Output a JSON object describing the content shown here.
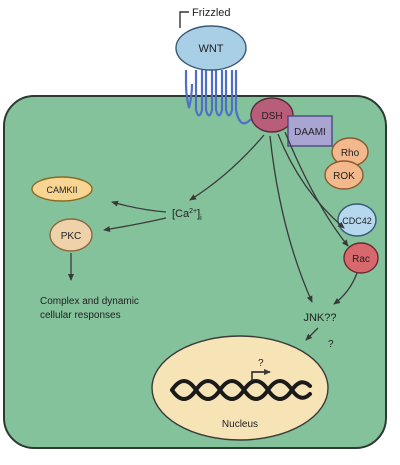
{
  "receptor": {
    "name": "Frizzled",
    "ligand": "WNT"
  },
  "nodes": {
    "dsh": "DSH",
    "daam": "DAAMI",
    "rho": "Rho",
    "rok": "ROK",
    "cdc42": "CDC42",
    "rac": "Rac",
    "camkii": "CAMKII",
    "pkc": "PKC"
  },
  "calcium": {
    "base": "[Ca",
    "sup": "2+",
    "end": "]",
    "sub": "i"
  },
  "responses": [
    "Complex and dynamic",
    "cellular responses"
  ],
  "jnk": "JNK??",
  "question_mark": "?",
  "nucleus": {
    "label": "Nucleus",
    "question": "?"
  },
  "colors": {
    "cell_fill": "#84c29c",
    "cell_stroke": "#2c3a30",
    "wnt_fill": "#a9cfe7",
    "dsh_fill": "#b85e7a",
    "daam_fill": "#a9a4d2",
    "orange_fill": "#f3b98c",
    "blue_fill": "#b6d8ef",
    "red_fill": "#d7686e",
    "camkii_fill": "#f8d592",
    "pkc_fill": "#efd2aa",
    "nucleus_fill": "#f6e3b6",
    "membrane": "#4f6ec8"
  }
}
